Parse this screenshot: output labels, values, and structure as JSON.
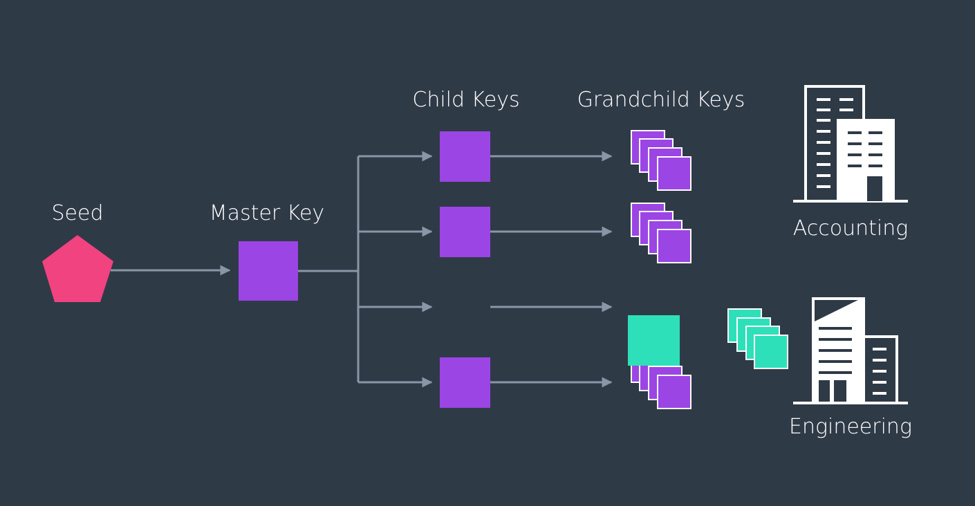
{
  "labels": {
    "seed": "Seed",
    "master_key": "Master Key",
    "child_keys": "Child Keys",
    "grandchild_keys": "Grandchild Keys",
    "accounting": "Accounting",
    "engineering": "Engineering"
  },
  "colors": {
    "background": "#2f3a47",
    "seed": "#f0437f",
    "key": "#9b45e4",
    "selected_key": "#2ee0b9",
    "connector": "#8896a6",
    "text": "#ffffff"
  },
  "icons": {
    "seed": "pentagon",
    "master_key": "square",
    "child_key": "square",
    "grandchild_keys": "stacked-squares",
    "accounting": "office-building-icon",
    "engineering": "office-building-icon"
  }
}
